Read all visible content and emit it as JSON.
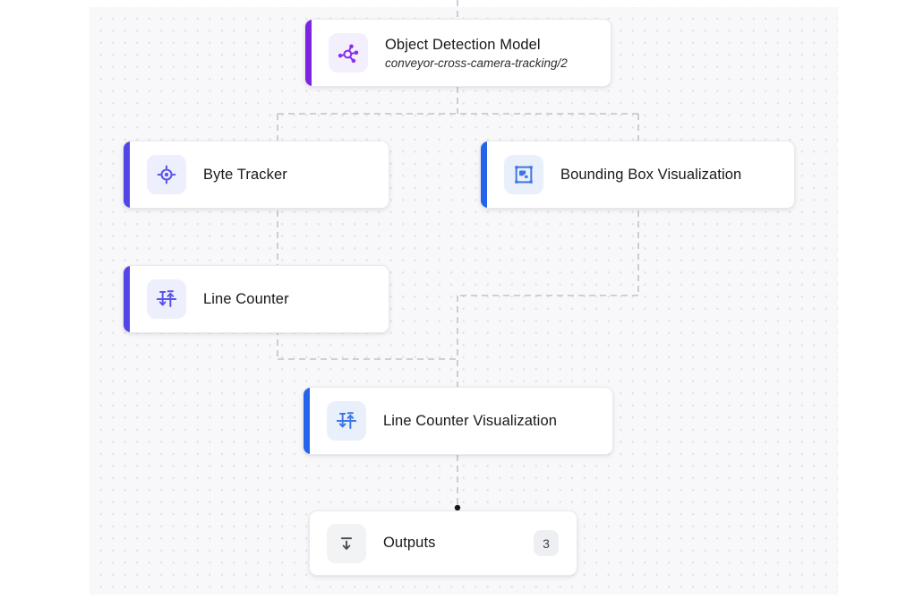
{
  "app": {
    "view": "workflow-canvas"
  },
  "colors": {
    "canvas_bg": "#F8F8FA",
    "grid_dot": "#E3E4E9",
    "node_bg": "#FFFFFF",
    "node_border": "#E9EAEE",
    "connector": "#BFC3CB",
    "connector_endpoint_dot": "#15161C",
    "accent_purple": "#7C24E0",
    "accent_indigo": "#4F46E5",
    "accent_blue": "#2563EB",
    "title_text": "#17181C",
    "badge_bg": "#EDEFF2"
  },
  "nodes": [
    {
      "id": "object-detection-model",
      "title": "Object Detection Model",
      "subtitle": "conveyor-cross-camera-tracking/2",
      "icon": "model-graph-icon",
      "accent_color": "#7C24E0"
    },
    {
      "id": "byte-tracker",
      "title": "Byte Tracker",
      "icon": "crosshair-target-icon",
      "accent_color": "#4F46E5"
    },
    {
      "id": "bounding-box-visualization",
      "title": "Bounding Box Visualization",
      "icon": "bounding-box-icon",
      "accent_color": "#2563EB"
    },
    {
      "id": "line-counter",
      "title": "Line Counter",
      "icon": "line-crossing-arrows-icon",
      "accent_color": "#4F46E5"
    },
    {
      "id": "line-counter-visualization",
      "title": "Line Counter Visualization",
      "icon": "line-crossing-arrows-icon",
      "accent_color": "#2563EB"
    },
    {
      "id": "outputs",
      "title": "Outputs",
      "icon": "download-tray-icon",
      "badge": "3"
    }
  ],
  "connections": {
    "style": "dashed",
    "edges": [
      "top -> object-detection-model",
      "object-detection-model -> byte-tracker",
      "object-detection-model -> bounding-box-visualization",
      "byte-tracker/line-counter branch -> line-counter-visualization",
      "bounding-box-visualization -> line-counter-visualization",
      "line-counter-visualization -> outputs"
    ]
  }
}
